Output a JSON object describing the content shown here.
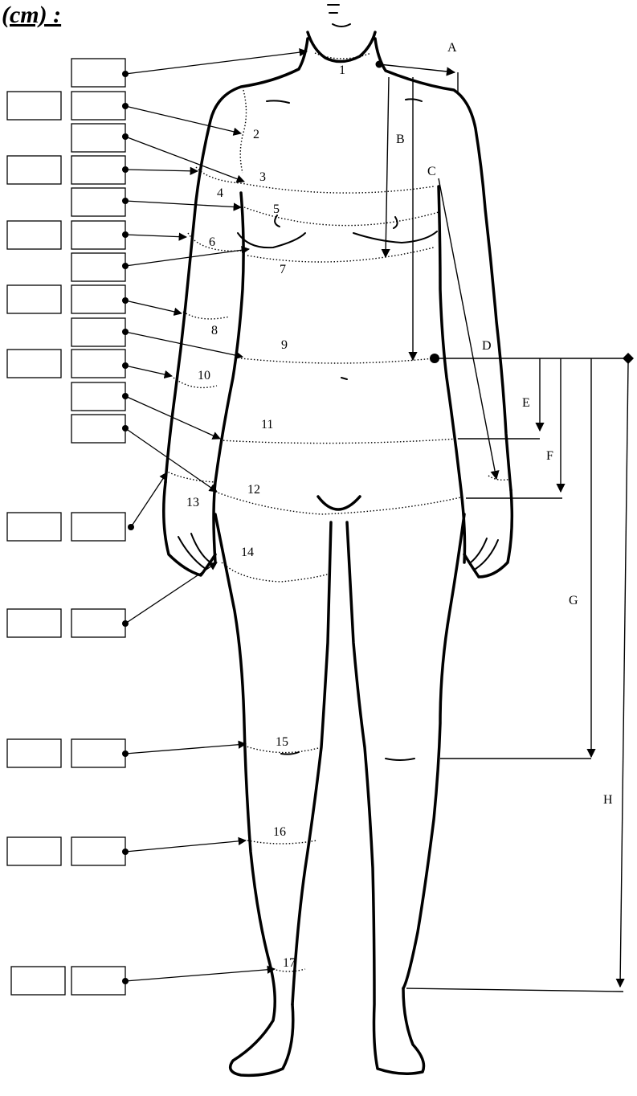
{
  "title": "(cm) :",
  "girth_labels": [
    "1",
    "2",
    "3",
    "4",
    "5",
    "6",
    "7",
    "8",
    "9",
    "10",
    "11",
    "12",
    "13",
    "14",
    "15",
    "16",
    "17"
  ],
  "length_labels": [
    "A",
    "B",
    "C",
    "D",
    "E",
    "F",
    "G",
    "H"
  ]
}
